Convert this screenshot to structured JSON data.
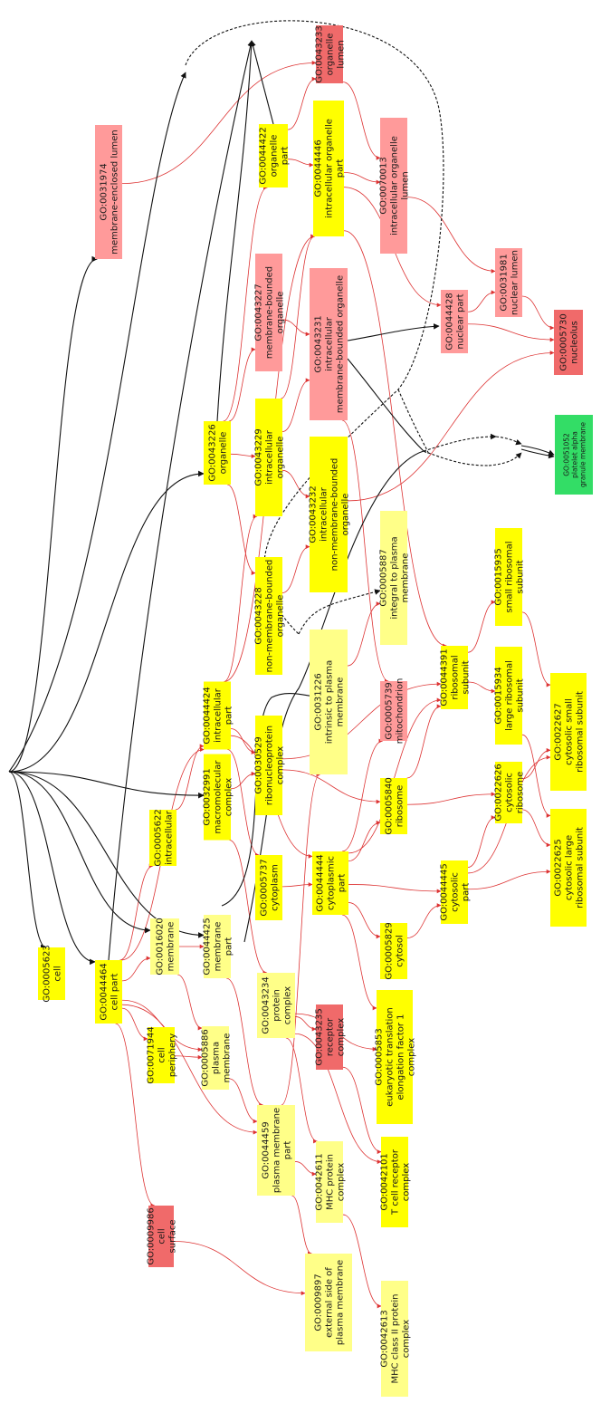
{
  "colors": {
    "yellow": "#ffff00",
    "pale_yellow": "#ffff88",
    "light_red": "#ff9a9a",
    "red": "#f06a6a",
    "green": "#33dd66",
    "edge_red": "#dd3333",
    "edge_black": "#111111"
  },
  "nodes": [
    {
      "id": "GO:0005623",
      "label": "cell",
      "color": "yellow"
    },
    {
      "id": "GO:0044464",
      "label": "cell part",
      "color": "yellow"
    },
    {
      "id": "GO:0009986",
      "label": "cell surface",
      "color": "red"
    },
    {
      "id": "GO:0071944",
      "label": "cell periphery",
      "color": "yellow"
    },
    {
      "id": "GO:0005886",
      "label": "plasma membrane",
      "color": "pale_yellow"
    },
    {
      "id": "GO:0016020",
      "label": "membrane",
      "color": "pale_yellow"
    },
    {
      "id": "GO:0005622",
      "label": "intracellular",
      "color": "yellow"
    },
    {
      "id": "GO:0044459",
      "label": "plasma membrane part",
      "color": "pale_yellow"
    },
    {
      "id": "GO:0044425",
      "label": "membrane part",
      "color": "pale_yellow"
    },
    {
      "id": "GO:0032991",
      "label": "macromolecular complex",
      "color": "yellow"
    },
    {
      "id": "GO:0044424",
      "label": "intracellular part",
      "color": "yellow"
    },
    {
      "id": "GO:0043226",
      "label": "organelle",
      "color": "yellow"
    },
    {
      "id": "GO:0044422",
      "label": "organelle part",
      "color": "yellow"
    },
    {
      "id": "GO:0043234",
      "label": "protein complex",
      "color": "pale_yellow"
    },
    {
      "id": "GO:0042611",
      "label": "MHC protein complex",
      "color": "pale_yellow"
    },
    {
      "id": "GO:0009897",
      "label": "external side of plasma membrane",
      "color": "pale_yellow"
    },
    {
      "id": "GO:0005737",
      "label": "cytoplasm",
      "color": "yellow"
    },
    {
      "id": "GO:0030529",
      "label": "ribonucleoprotein complex",
      "color": "yellow"
    },
    {
      "id": "GO:0043228",
      "label": "non-membrane-bounded organelle",
      "color": "yellow"
    },
    {
      "id": "GO:0043229",
      "label": "intracellular organelle",
      "color": "yellow"
    },
    {
      "id": "GO:0043227",
      "label": "membrane-bounded organelle",
      "color": "light_red"
    },
    {
      "id": "GO:0031974",
      "label": "membrane-enclosed lumen",
      "color": "light_red"
    },
    {
      "id": "GO:0043235",
      "label": "receptor complex",
      "color": "red"
    },
    {
      "id": "GO:0044444",
      "label": "cytoplasmic part",
      "color": "yellow"
    },
    {
      "id": "GO:0031226",
      "label": "intrinsic to plasma membrane",
      "color": "pale_yellow"
    },
    {
      "id": "GO:0043232",
      "label": "intracellular non-membrane-bounded organelle",
      "color": "yellow"
    },
    {
      "id": "GO:0043231",
      "label": "intracellular membrane-bounded organelle",
      "color": "light_red"
    },
    {
      "id": "GO:0044446",
      "label": "intracellular organelle part",
      "color": "yellow"
    },
    {
      "id": "GO:0043233",
      "label": "organelle lumen",
      "color": "red"
    },
    {
      "id": "GO:0042613",
      "label": "MHC class II protein complex",
      "color": "pale_yellow"
    },
    {
      "id": "GO:0042101",
      "label": "T cell receptor complex",
      "color": "yellow"
    },
    {
      "id": "GO:0005853",
      "label": "eukaryotic translation elongation factor 1 complex",
      "color": "yellow"
    },
    {
      "id": "GO:0005829",
      "label": "cytosol",
      "color": "yellow"
    },
    {
      "id": "GO:0005840",
      "label": "ribosome",
      "color": "yellow"
    },
    {
      "id": "GO:0005739",
      "label": "mitochondrion",
      "color": "light_red"
    },
    {
      "id": "GO:0005887",
      "label": "integral to plasma membrane",
      "color": "pale_yellow"
    },
    {
      "id": "GO:0070013",
      "label": "intracellular organelle lumen",
      "color": "light_red"
    },
    {
      "id": "GO:0044445",
      "label": "cytosolic part",
      "color": "yellow"
    },
    {
      "id": "GO:0044391",
      "label": "ribosomal subunit",
      "color": "yellow"
    },
    {
      "id": "GO:0044428",
      "label": "nuclear part",
      "color": "light_red"
    },
    {
      "id": "GO:0022626",
      "label": "cytosolic ribosome",
      "color": "yellow"
    },
    {
      "id": "GO:0015934",
      "label": "large ribosomal subunit",
      "color": "yellow"
    },
    {
      "id": "GO:0015935",
      "label": "small ribosomal subunit",
      "color": "yellow"
    },
    {
      "id": "GO:0031981",
      "label": "nuclear lumen",
      "color": "light_red"
    },
    {
      "id": "GO:0022625",
      "label": "cytosolic large ribosomal subunit",
      "color": "yellow"
    },
    {
      "id": "GO:0022627",
      "label": "cytosolic small ribosomal subunit",
      "color": "yellow"
    },
    {
      "id": "GO:0005730",
      "label": "nucleolus",
      "color": "red"
    },
    {
      "id": "GO:0051052",
      "label": "platelet alpha granule membrane",
      "color": "green"
    }
  ]
}
